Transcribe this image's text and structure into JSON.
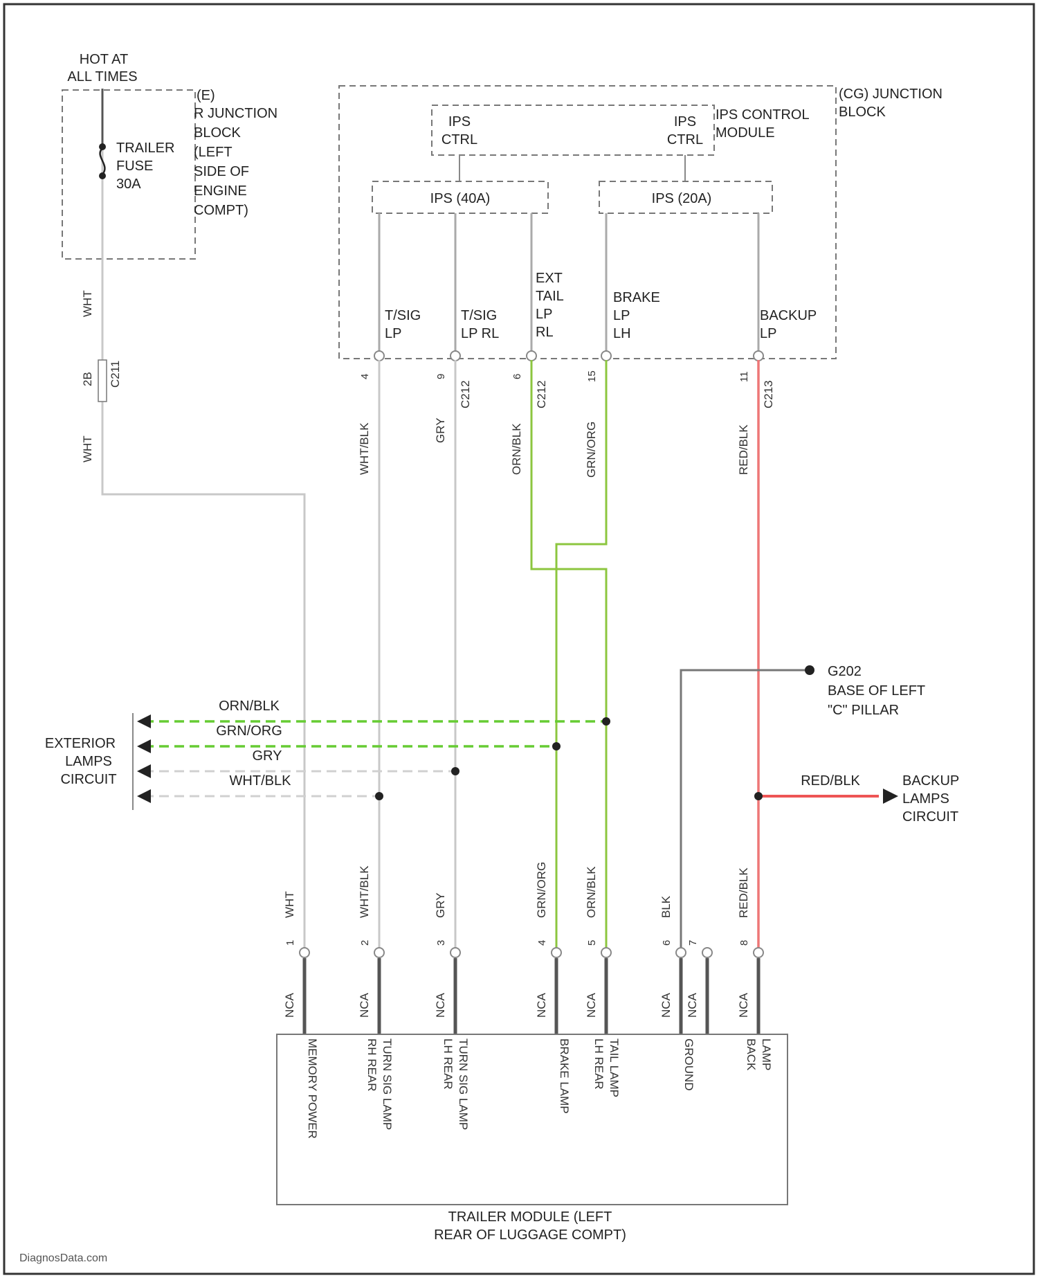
{
  "fuse": {
    "hot_line1": "HOT AT",
    "hot_line2": "ALL TIMES",
    "block_line1": "(E)",
    "block_line2": "R JUNCTION",
    "block_line3": "BLOCK",
    "block_line4": "(LEFT",
    "block_line5": "SIDE OF",
    "block_line6": "ENGINE",
    "block_line7": "COMPT)",
    "fuse_line1": "TRAILER",
    "fuse_line2": "FUSE",
    "fuse_line3": "30A",
    "wire_upper": "WHT",
    "wire_lower": "WHT",
    "conn_pin": "2B",
    "conn_id": "C211"
  },
  "junction": {
    "title_line1": "(CG) JUNCTION",
    "title_line2": "BLOCK",
    "ips_module_line1": "IPS CONTROL",
    "ips_module_line2": "MODULE",
    "ctrl_left_1": "IPS",
    "ctrl_left_2": "CTRL",
    "ctrl_right_1": "IPS",
    "ctrl_right_2": "CTRL",
    "ips40": "IPS (40A)",
    "ips20": "IPS (20A)",
    "out1_l1": "T/SIG",
    "out1_l2": "LP",
    "out2_l1": "T/SIG",
    "out2_l2": "LP RL",
    "out3_l1": "EXT",
    "out3_l2": "TAIL",
    "out3_l3": "LP",
    "out3_l4": "RL",
    "out4_l1": "BRAKE",
    "out4_l2": "LP",
    "out4_l3": "LH",
    "out5_l1": "BACKUP",
    "out5_l2": "LP",
    "pins": [
      "4",
      "9",
      "6",
      "15",
      "11"
    ],
    "conn_ids": [
      "C212",
      "C212",
      "C213"
    ]
  },
  "wires_upper": [
    "WHT/BLK",
    "GRY",
    "ORN/BLK",
    "GRN/ORG",
    "RED/BLK"
  ],
  "ground": {
    "id": "G202",
    "line1": "BASE OF LEFT",
    "line2": "\"C\" PILLAR"
  },
  "exterior": {
    "line1": "EXTERIOR",
    "line2": "LAMPS",
    "line3": "CIRCUIT",
    "wires": [
      "ORN/BLK",
      "GRN/ORG",
      "GRY",
      "WHT/BLK"
    ]
  },
  "backup": {
    "wire": "RED/BLK",
    "line1": "BACKUP",
    "line2": "LAMPS",
    "line3": "CIRCUIT"
  },
  "wires_lower": [
    "WHT",
    "WHT/BLK",
    "GRY",
    "GRN/ORG",
    "ORN/BLK",
    "BLK",
    "RED/BLK"
  ],
  "module_pins": [
    "1",
    "2",
    "3",
    "4",
    "5",
    "6",
    "7",
    "8"
  ],
  "nca": [
    "NCA",
    "NCA",
    "NCA",
    "NCA",
    "NCA",
    "NCA",
    "NCA",
    "NCA"
  ],
  "module_labels": [
    [
      "MEMORY POWER"
    ],
    [
      "RH REAR",
      "TURN SIG LAMP"
    ],
    [
      "LH REAR",
      "TURN SIG LAMP"
    ],
    [
      "BRAKE LAMP"
    ],
    [
      "LH REAR",
      "TAIL LAMP"
    ],
    [
      "GROUND"
    ],
    [
      "BACK",
      "LAMP"
    ]
  ],
  "module": {
    "title_line1": "TRAILER MODULE (LEFT",
    "title_line2": "REAR OF LUGGAGE COMPT)"
  },
  "watermark": "DiagnosData.com",
  "colors": {
    "wire_gray": "#c8c8c8",
    "wire_green": "#8cc63f",
    "wire_green_dash": "#66cc33",
    "wire_red": "#ee7777",
    "wire_dark": "#555555",
    "box": "#777777"
  }
}
